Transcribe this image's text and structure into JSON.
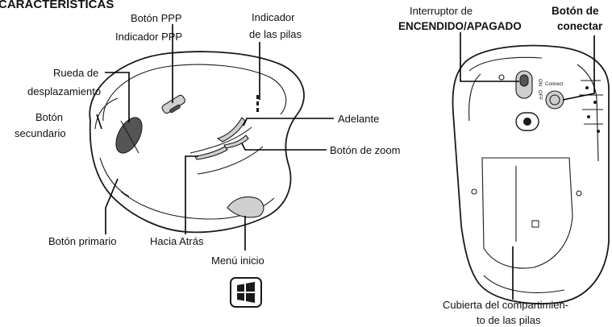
{
  "section_title": "CARACTERÍSTICAS",
  "labels": {
    "boton_ppp": "Botón PPP",
    "indicador_ppp": "Indicador PPP",
    "indicador_pilas_1": "Indicador",
    "indicador_pilas_2": "de las pilas",
    "rueda_1": "Rueda de",
    "rueda_2": "desplazamiento",
    "secundario_1": "Botón",
    "secundario_2": "secundario",
    "adelante": "Adelante",
    "zoom": "Botón de zoom",
    "primario": "Botón primario",
    "atras": "Hacia Atrás",
    "menu": "Menú inicio",
    "interruptor_1": "Interruptor de",
    "interruptor_2": "ENCENDIDO/APAGADO",
    "conectar_1": "Botón de",
    "conectar_2": "conectar",
    "cubierta_1": "Cubierta del compartimien-",
    "cubierta_2": "to de las pilas"
  },
  "device_marks": {
    "connect": "Connect",
    "on": "ON",
    "off": "OFF"
  },
  "icons": {
    "windows": "windows-logo-icon"
  }
}
